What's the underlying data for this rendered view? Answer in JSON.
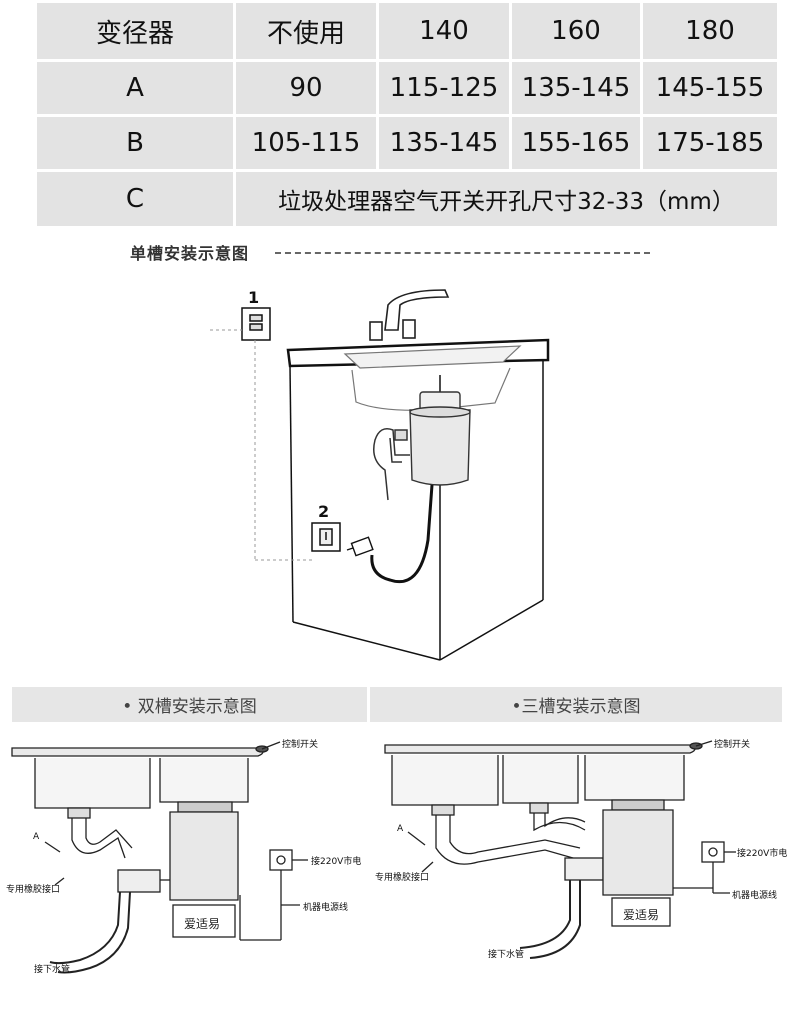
{
  "table": {
    "header": [
      "变径器",
      "不使用",
      "140",
      "160",
      "180"
    ],
    "rows": [
      {
        "label": "A",
        "cells": [
          "90",
          "115-125",
          "135-145",
          "145-155"
        ]
      },
      {
        "label": "B",
        "cells": [
          "105-115",
          "135-145",
          "155-165",
          "175-185"
        ]
      },
      {
        "label": "C",
        "note": "垃圾处理器空气开关开孔尺寸32-33（mm）"
      }
    ]
  },
  "single": {
    "title": "单槽安装示意图",
    "marker1": "1",
    "marker2": "2"
  },
  "double": {
    "title": "• 双槽安装示意图",
    "switch": "控制开关",
    "a": "A",
    "rubber": "专用橡胶接口",
    "power": "接220V市电",
    "cable": "机器电源线",
    "brand": "爱适易",
    "drain": "接下水管"
  },
  "triple": {
    "title": "•三槽安装示意图",
    "switch": "控制开关",
    "a": "A",
    "rubber": "专用橡胶接口",
    "power": "接220V市电",
    "cable": "机器电源线",
    "brand": "爱适易",
    "drain": "接下水管"
  }
}
